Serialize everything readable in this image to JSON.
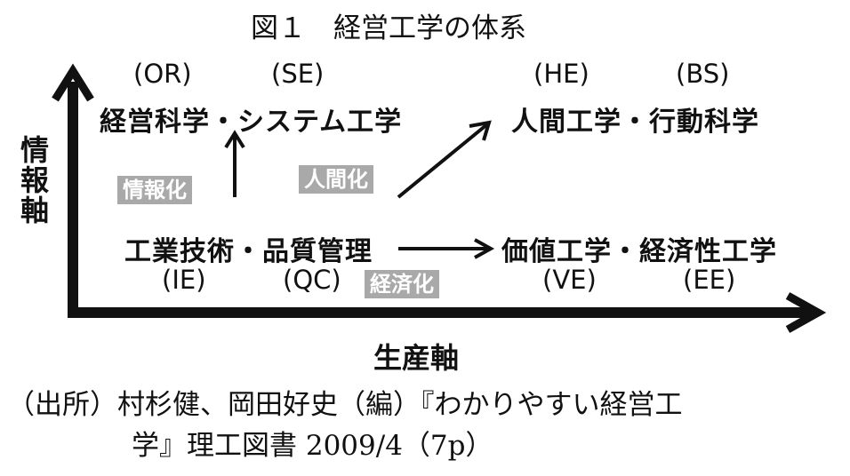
{
  "title": "図１　経営工学の体系",
  "axes": {
    "vertical": "情報軸",
    "horizontal": "生産軸"
  },
  "nodes": {
    "top_left": {
      "label": "経営科学・システム工学",
      "abbr_1": "(OR)",
      "abbr_2": "(SE)"
    },
    "top_right": {
      "label": "人間工学・行動科学",
      "abbr_1": "(HE)",
      "abbr_2": "(BS)"
    },
    "bottom_left": {
      "label": "工業技術・品質管理",
      "abbr_1": "(IE)",
      "abbr_2": "(QC)"
    },
    "bottom_right": {
      "label": "価値工学・経済性工学",
      "abbr_1": "(VE)",
      "abbr_2": "(EE)"
    }
  },
  "transitions": {
    "up": "情報化",
    "diagonal": "人間化",
    "right": "経済化"
  },
  "source": {
    "line1": "（出所）村杉健、岡田好史（編）『わかりやすい経営工",
    "line2": "学』理工図書 2009/4（7p）"
  },
  "colors": {
    "ink": "#111111",
    "label_bg": "#a9a9a9",
    "label_text": "#ffffff"
  }
}
